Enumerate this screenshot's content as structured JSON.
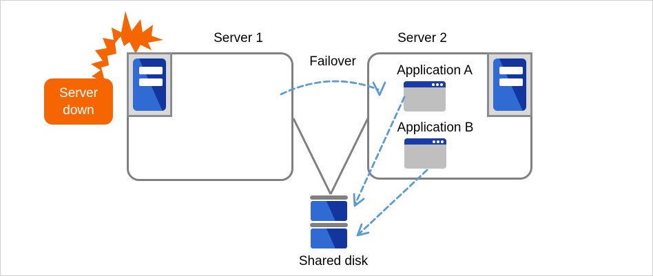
{
  "servers": {
    "server1": {
      "label": "Server 1"
    },
    "server2": {
      "label": "Server 2",
      "applications": [
        {
          "label": "Application A"
        },
        {
          "label": "Application B"
        }
      ]
    }
  },
  "callout": {
    "text": "Server down",
    "line1": "Server",
    "line2": "down"
  },
  "failover": {
    "label": "Failover"
  },
  "shared_disk": {
    "label": "Shared disk"
  },
  "icons": [
    "server-icon",
    "application-window-icon",
    "disk-icon",
    "explosion-icon",
    "failover-arrow-icon"
  ],
  "colors": {
    "orange": "#f56600",
    "server_blue_light": "#2f6bd3",
    "server_blue_dark": "#12369e",
    "app_titlebar_blue": "#1a3ca6",
    "connector_gray": "#808080",
    "dashed_arrow_blue": "#5b9bd5",
    "icon_background_gray": "#d9d9d9",
    "icon_border_gray": "#8c8c8c",
    "window_body_gray": "#bfbfbf",
    "box_border_gray": "#808080",
    "page_border_gray": "#cfcfcf",
    "text_black": "#000000",
    "callout_text_white": "#ffffff"
  }
}
